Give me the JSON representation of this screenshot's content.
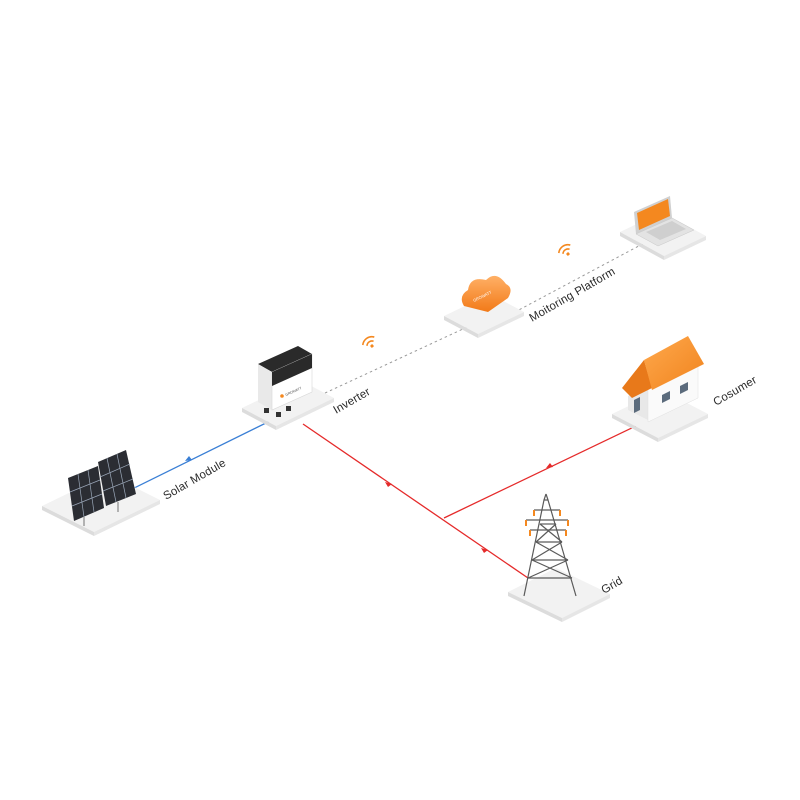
{
  "nodes": {
    "solar_module": {
      "label": "Solar Module"
    },
    "inverter": {
      "label": "Inverter",
      "brand_text": "GROWATT"
    },
    "monitoring_platform": {
      "label": "Moitoring Platform"
    },
    "consumer": {
      "label": "Cosumer"
    },
    "grid": {
      "label": "Grid"
    }
  },
  "colors": {
    "dc_line": "#3a7fd5",
    "ac_line": "#e52a2a",
    "data_line": "#9a9a9a",
    "accent": "#f4881f",
    "platform": "#f2f2f2",
    "platform_side": "#dcdcdc"
  },
  "icons": [
    "solar-panel-icon",
    "inverter-icon",
    "cloud-icon",
    "laptop-icon",
    "house-icon",
    "transmission-tower-icon",
    "wifi-signal-icon"
  ]
}
